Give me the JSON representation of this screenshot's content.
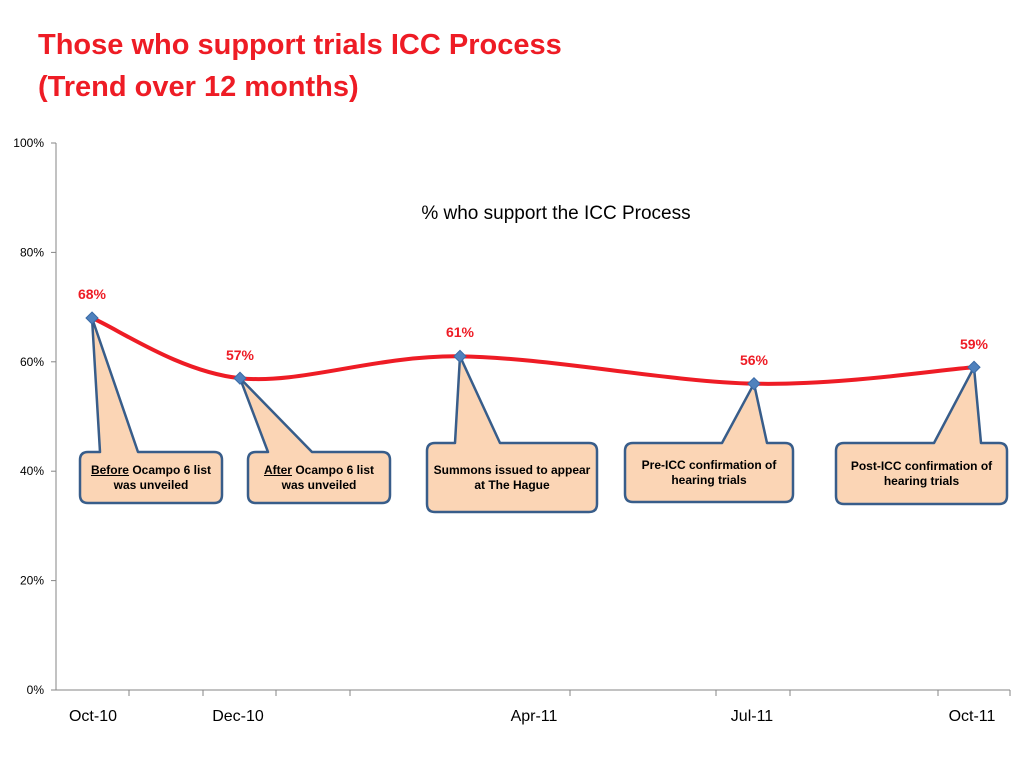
{
  "slide": {
    "title_line1": "Those who support trials ICC Process",
    "title_line2": "(Trend over 12 months)"
  },
  "chart_data": {
    "type": "line",
    "title": "% who support the ICC Process",
    "xlabel": "",
    "ylabel": "",
    "ylim": [
      0,
      100
    ],
    "yticks": [
      "0%",
      "20%",
      "40%",
      "60%",
      "80%",
      "100%"
    ],
    "categories": [
      "Oct-10",
      "Dec-10",
      "Apr-11",
      "Jul-11",
      "Oct-11"
    ],
    "values": [
      68,
      57,
      61,
      56,
      59
    ],
    "data_labels": [
      "68%",
      "57%",
      "61%",
      "56%",
      "59%"
    ],
    "colors": {
      "line": "#ee1c25",
      "marker": "#4f81bd",
      "label": "#ee1c25"
    },
    "callouts": [
      {
        "emphasis": "Before",
        "text": " Ocampo 6 list  was unveiled"
      },
      {
        "emphasis": "After",
        "text": " Ocampo 6 list  was unveiled"
      },
      {
        "emphasis": "",
        "text": "Summons issued to appear at The Hague"
      },
      {
        "emphasis": "",
        "text": "Pre-ICC confirmation of hearing trials"
      },
      {
        "emphasis": "",
        "text": "Post-ICC confirmation of hearing trials"
      }
    ],
    "callout_colors": {
      "fill": "#fbd5b5",
      "border": "#385d8a"
    }
  }
}
